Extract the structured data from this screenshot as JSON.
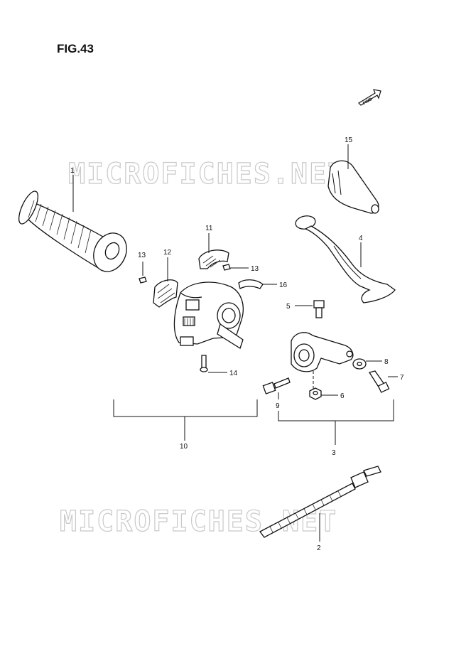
{
  "figure": {
    "title": "FIG.43",
    "fwd_label": "FWD",
    "watermark": "MICROFICHES.NET"
  },
  "callouts": {
    "c1": "1",
    "c2": "2",
    "c3": "3",
    "c4": "4",
    "c5": "5",
    "c6": "6",
    "c7": "7",
    "c8": "8",
    "c9": "9",
    "c10": "10",
    "c11": "11",
    "c12": "12",
    "c13a": "13",
    "c13b": "13",
    "c14": "14",
    "c15": "15",
    "c16": "16"
  }
}
